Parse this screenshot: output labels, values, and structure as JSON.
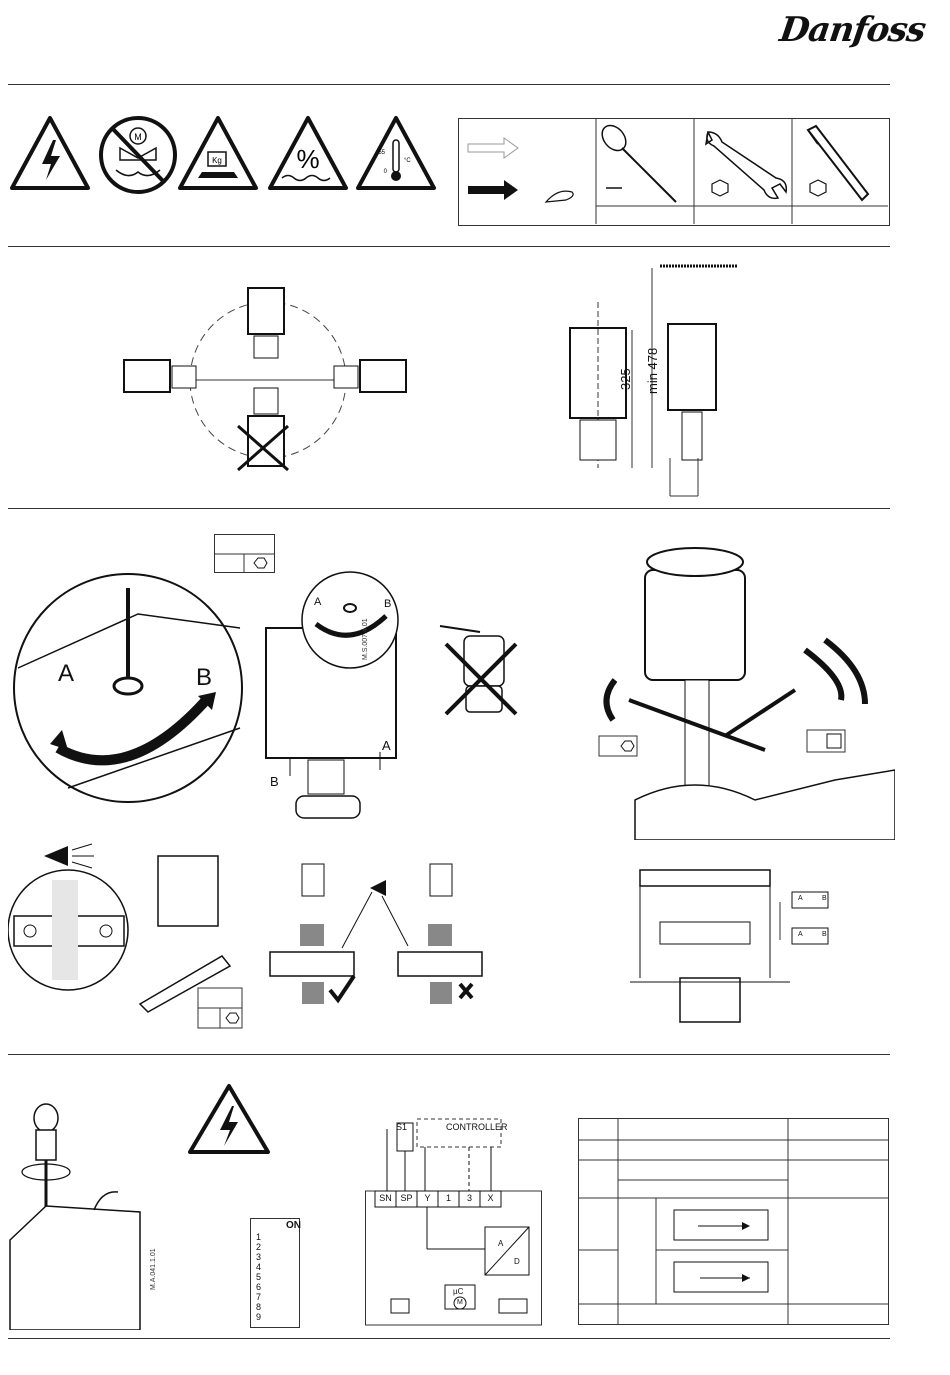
{
  "brand": {
    "logo_text": "Danfoss"
  },
  "safety_icons": [
    "high-voltage-warning-icon",
    "no-lifting-by-actuator-icon",
    "weight-handling-icon",
    "humidity-percent-icon",
    "temperature-icon"
  ],
  "temperature_icon": {
    "max": "55",
    "min": "0",
    "unit": "°C"
  },
  "humidity_icon": {
    "symbol": "%"
  },
  "tools": [
    "flat-screwdriver-icon",
    "open-end-wrench-icon",
    "hex-key-icon"
  ],
  "dimensions": {
    "height_label": "325",
    "clearance_label": "min 478"
  },
  "manual_override": {
    "label_a": "A",
    "label_b": "B",
    "label_a_small": "A",
    "label_b_small": "B",
    "stem_a": "A",
    "stem_b": "B",
    "drawing_code": "M.S.007.4.01"
  },
  "valve_ports": {
    "a": "A",
    "b": "B",
    "a2": "A",
    "b2": "B"
  },
  "wiring": {
    "controller_label": "CONTROLLER",
    "switch_label": "S1",
    "terminals": [
      "SN",
      "SP",
      "Y",
      "1",
      "3",
      "X"
    ],
    "micro_label": "µC",
    "motor_label": "M",
    "ad_a": "A",
    "ad_d": "D"
  },
  "dip_switch": {
    "on_label": "ON",
    "numbers": [
      "1",
      "2",
      "3",
      "4",
      "5",
      "6",
      "7",
      "8",
      "9"
    ]
  },
  "side_codes": {
    "code1": "M.A.041.1.01"
  }
}
